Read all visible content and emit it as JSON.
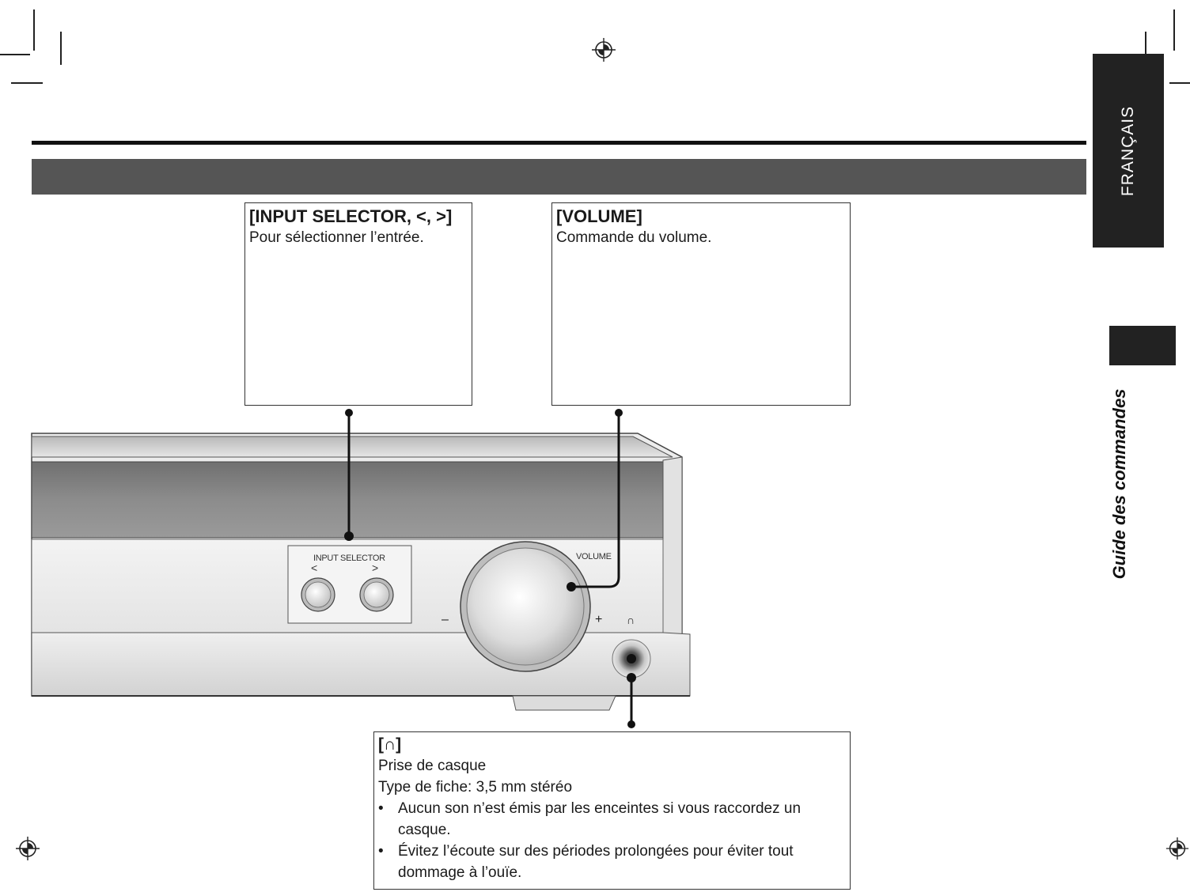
{
  "side_tab": {
    "language": "FRANÇAIS",
    "section": "Guide des commandes"
  },
  "callouts": {
    "input_selector": {
      "title": "[INPUT SELECTOR, <, >]",
      "text": "Pour sélectionner l’entrée."
    },
    "volume": {
      "title": "[VOLUME]",
      "text": "Commande du volume."
    },
    "headphones": {
      "title": "[∩]",
      "lines": [
        "Prise de casque",
        "Type de fiche: 3,5 mm stéréo"
      ],
      "bullets": [
        "Aucun son n’est émis par les enceintes si vous raccordez un casque.",
        "Évitez l’écoute sur des périodes prolongées pour éviter tout dommage à l’ouïe."
      ]
    }
  },
  "device": {
    "input_selector_label": "INPUT SELECTOR",
    "left_arrow": "<",
    "right_arrow": ">",
    "volume_label": "VOLUME",
    "minus": "–",
    "plus": "+",
    "headphone_symbol": "∩"
  },
  "colors": {
    "bar": "#555555",
    "tab": "#222222"
  },
  "bullet_char": "•"
}
